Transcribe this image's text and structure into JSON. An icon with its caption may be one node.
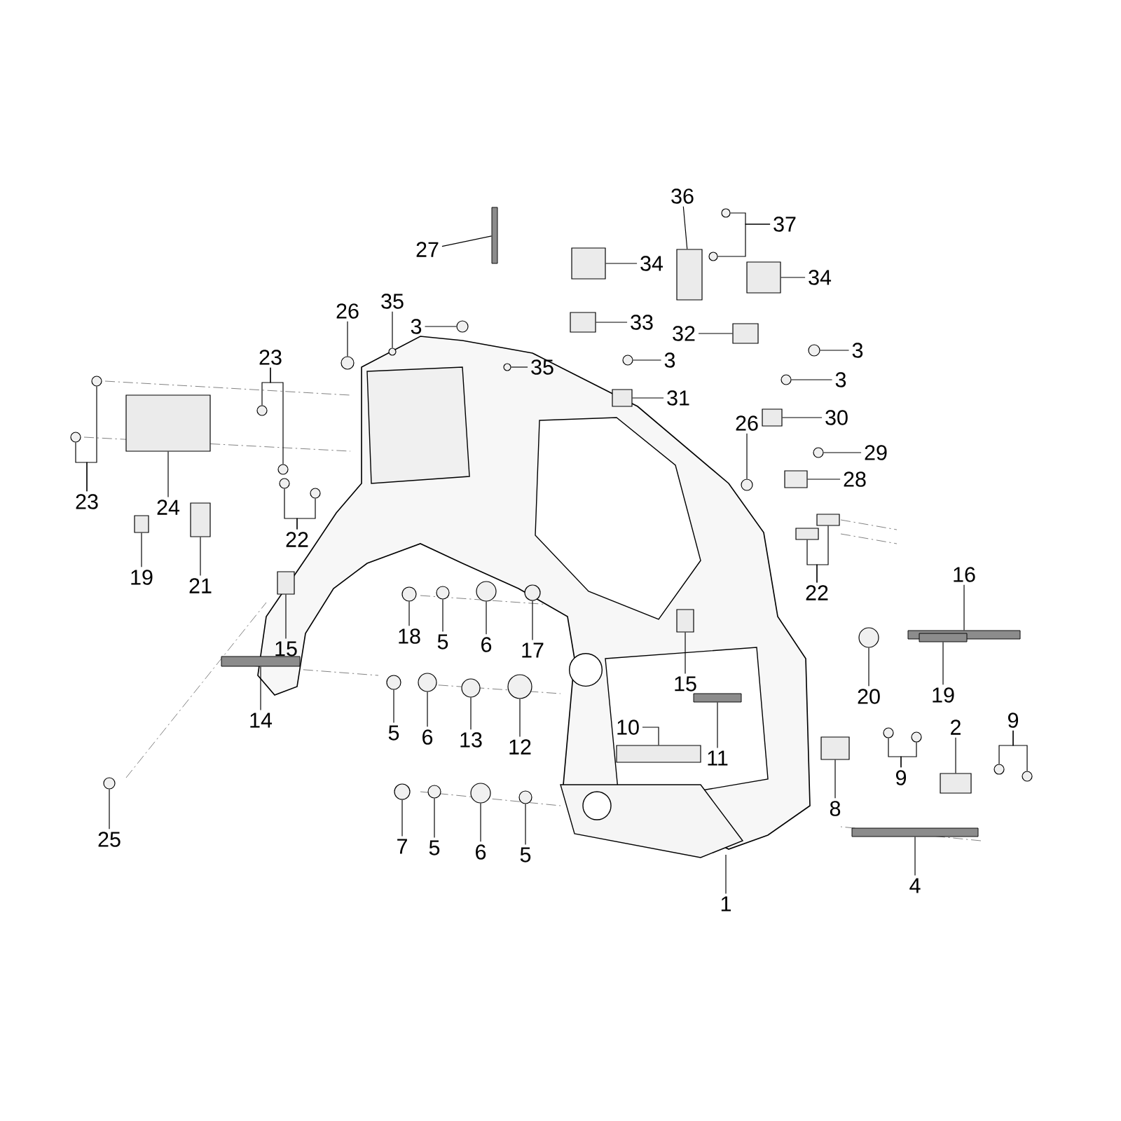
{
  "diagram": {
    "nodes": [
      {
        "text": [
          "27"
        ]
      },
      {
        "text": [
          "34"
        ]
      },
      {
        "text": [
          "36"
        ]
      },
      {
        "text": [
          "37"
        ]
      },
      {
        "text": [
          "34"
        ]
      },
      {
        "text": [
          "3"
        ]
      },
      {
        "text": [
          "33"
        ]
      },
      {
        "text": [
          "35"
        ]
      },
      {
        "text": [
          "35"
        ]
      },
      {
        "text": [
          "26"
        ]
      },
      {
        "text": [
          "32"
        ]
      },
      {
        "text": [
          "3"
        ]
      },
      {
        "text": [
          "3"
        ]
      },
      {
        "text": [
          "3"
        ]
      },
      {
        "text": [
          "31"
        ]
      },
      {
        "text": [
          "30"
        ]
      },
      {
        "text": [
          "26"
        ]
      },
      {
        "text": [
          "29"
        ]
      },
      {
        "text": [
          "28"
        ]
      },
      {
        "text": [
          "23"
        ]
      },
      {
        "text": [
          "23"
        ]
      },
      {
        "text": [
          "24"
        ]
      },
      {
        "text": [
          "22"
        ]
      },
      {
        "text": [
          "19"
        ]
      },
      {
        "text": [
          "21"
        ]
      },
      {
        "text": [
          "15"
        ]
      },
      {
        "text": [
          "18"
        ]
      },
      {
        "text": [
          "5"
        ]
      },
      {
        "text": [
          "6"
        ]
      },
      {
        "text": [
          "17"
        ]
      },
      {
        "text": [
          "22"
        ]
      },
      {
        "text": [
          "16"
        ]
      },
      {
        "text": [
          "19"
        ]
      },
      {
        "text": [
          "20"
        ]
      },
      {
        "text": [
          "14"
        ]
      },
      {
        "text": [
          "15"
        ]
      },
      {
        "text": [
          "5"
        ]
      },
      {
        "text": [
          "6"
        ]
      },
      {
        "text": [
          "13"
        ]
      },
      {
        "text": [
          "12"
        ]
      },
      {
        "text": [
          "10"
        ]
      },
      {
        "text": [
          "11"
        ]
      },
      {
        "text": [
          "8"
        ]
      },
      {
        "text": [
          "9"
        ]
      },
      {
        "text": [
          "2"
        ]
      },
      {
        "text": [
          "9"
        ]
      },
      {
        "text": [
          "25"
        ]
      },
      {
        "text": [
          "7"
        ]
      },
      {
        "text": [
          "5"
        ]
      },
      {
        "text": [
          "6"
        ]
      },
      {
        "text": [
          "5"
        ]
      },
      {
        "text": [
          "1"
        ]
      },
      {
        "text": [
          "4"
        ]
      },
      {
        "text": [],
        "shape": "bar"
      },
      {
        "text": [],
        "shape": "box"
      },
      {
        "text": [],
        "shape": "box"
      },
      {
        "text": [],
        "shape": "circle"
      },
      {
        "text": [],
        "shape": "circle"
      },
      {
        "text": [],
        "shape": "box"
      },
      {
        "text": [],
        "shape": "circle"
      },
      {
        "text": [],
        "shape": "box"
      },
      {
        "text": [],
        "shape": "circle"
      },
      {
        "text": [],
        "shape": "circle"
      },
      {
        "text": [],
        "shape": "circle"
      },
      {
        "text": [],
        "shape": "box"
      },
      {
        "text": [],
        "shape": "circle"
      },
      {
        "text": [],
        "shape": "circle"
      },
      {
        "text": [],
        "shape": "circle"
      },
      {
        "text": [],
        "shape": "box"
      },
      {
        "text": [],
        "shape": "box"
      },
      {
        "text": [],
        "shape": "circle"
      },
      {
        "text": [],
        "shape": "circle"
      },
      {
        "text": [],
        "shape": "box"
      },
      {
        "text": [],
        "shape": "circle"
      },
      {
        "text": [],
        "shape": "circle"
      },
      {
        "text": [],
        "shape": "circle"
      },
      {
        "text": [],
        "shape": "circle"
      },
      {
        "text": [],
        "shape": "box"
      },
      {
        "text": [],
        "shape": "circle"
      },
      {
        "text": [],
        "shape": "circle"
      },
      {
        "text": [],
        "shape": "box"
      },
      {
        "text": [],
        "shape": "box"
      },
      {
        "text": [],
        "shape": "box"
      },
      {
        "text": [],
        "shape": "circle"
      },
      {
        "text": [],
        "shape": "circle"
      },
      {
        "text": [],
        "shape": "circle"
      },
      {
        "text": [],
        "shape": "circle"
      },
      {
        "text": [],
        "shape": "box"
      },
      {
        "text": [],
        "shape": "box"
      },
      {
        "text": [],
        "shape": "bar"
      },
      {
        "text": [],
        "shape": "bar"
      },
      {
        "text": [],
        "shape": "circle"
      },
      {
        "text": [],
        "shape": "bar"
      },
      {
        "text": [],
        "shape": "box"
      },
      {
        "text": [],
        "shape": "circle"
      },
      {
        "text": [],
        "shape": "circle"
      },
      {
        "text": [],
        "shape": "circle"
      },
      {
        "text": [],
        "shape": "circle"
      },
      {
        "text": [],
        "shape": "box"
      },
      {
        "text": [],
        "shape": "bar"
      },
      {
        "text": [],
        "shape": "box"
      },
      {
        "text": [],
        "shape": "circle"
      },
      {
        "text": [],
        "shape": "circle"
      },
      {
        "text": [],
        "shape": "box"
      },
      {
        "text": [],
        "shape": "circle"
      },
      {
        "text": [],
        "shape": "circle"
      },
      {
        "text": [],
        "shape": "circle"
      },
      {
        "text": [],
        "shape": "circle"
      },
      {
        "text": [],
        "shape": "circle"
      },
      {
        "text": [],
        "shape": "circle"
      },
      {
        "text": [],
        "shape": "circle"
      },
      {
        "text": [],
        "shape": "bar"
      }
    ],
    "edges": [
      {
        "from": 0,
        "to": 53,
        "arrow": "none"
      },
      {
        "from": 1,
        "to": 54,
        "arrow": "none"
      },
      {
        "from": 2,
        "to": 55,
        "arrow": "none"
      },
      {
        "from": 3,
        "to": 56,
        "arrow": "none"
      },
      {
        "from": 3,
        "to": 57,
        "arrow": "none"
      },
      {
        "from": 4,
        "to": 58,
        "arrow": "none"
      },
      {
        "from": 5,
        "to": 59,
        "arrow": "none"
      },
      {
        "from": 6,
        "to": 60,
        "arrow": "none"
      },
      {
        "from": 7,
        "to": 61,
        "arrow": "none"
      },
      {
        "from": 8,
        "to": 62,
        "arrow": "none"
      },
      {
        "from": 9,
        "to": 63,
        "arrow": "none"
      },
      {
        "from": 10,
        "to": 64,
        "arrow": "none"
      },
      {
        "from": 11,
        "to": 65,
        "arrow": "none"
      },
      {
        "from": 12,
        "to": 66,
        "arrow": "none"
      },
      {
        "from": 13,
        "to": 67,
        "arrow": "none"
      },
      {
        "from": 14,
        "to": 68,
        "arrow": "none"
      },
      {
        "from": 15,
        "to": 69,
        "arrow": "none"
      },
      {
        "from": 16,
        "to": 70,
        "arrow": "none"
      },
      {
        "from": 17,
        "to": 71,
        "arrow": "none"
      },
      {
        "from": 18,
        "to": 72,
        "arrow": "none"
      },
      {
        "from": 19,
        "to": 73,
        "arrow": "none"
      },
      {
        "from": 19,
        "to": 74,
        "arrow": "none"
      },
      {
        "from": 20,
        "to": 75,
        "arrow": "none"
      },
      {
        "from": 20,
        "to": 76,
        "arrow": "none"
      },
      {
        "from": 21,
        "to": 77,
        "arrow": "none"
      },
      {
        "from": 22,
        "to": 78,
        "arrow": "none"
      },
      {
        "from": 22,
        "to": 79,
        "arrow": "none"
      },
      {
        "from": 23,
        "to": 80,
        "arrow": "none"
      },
      {
        "from": 24,
        "to": 81,
        "arrow": "none"
      },
      {
        "from": 25,
        "to": 82,
        "arrow": "none"
      },
      {
        "from": 26,
        "to": 83,
        "arrow": "none"
      },
      {
        "from": 27,
        "to": 84,
        "arrow": "none"
      },
      {
        "from": 28,
        "to": 85,
        "arrow": "none"
      },
      {
        "from": 29,
        "to": 86,
        "arrow": "none"
      },
      {
        "from": 30,
        "to": 87,
        "arrow": "none"
      },
      {
        "from": 30,
        "to": 88,
        "arrow": "none"
      },
      {
        "from": 31,
        "to": 89,
        "arrow": "none"
      },
      {
        "from": 32,
        "to": 90,
        "arrow": "none"
      },
      {
        "from": 33,
        "to": 91,
        "arrow": "none"
      },
      {
        "from": 34,
        "to": 92,
        "arrow": "none"
      },
      {
        "from": 35,
        "to": 93,
        "arrow": "none"
      },
      {
        "from": 36,
        "to": 94,
        "arrow": "none"
      },
      {
        "from": 37,
        "to": 95,
        "arrow": "none"
      },
      {
        "from": 38,
        "to": 96,
        "arrow": "none"
      },
      {
        "from": 39,
        "to": 97,
        "arrow": "none"
      },
      {
        "from": 40,
        "to": 98,
        "arrow": "none"
      },
      {
        "from": 41,
        "to": 99,
        "arrow": "none"
      },
      {
        "from": 42,
        "to": 100,
        "arrow": "none"
      },
      {
        "from": 43,
        "to": 101,
        "arrow": "none"
      },
      {
        "from": 43,
        "to": 102,
        "arrow": "none"
      },
      {
        "from": 44,
        "to": 103,
        "arrow": "none"
      },
      {
        "from": 45,
        "to": 104,
        "arrow": "none"
      },
      {
        "from": 45,
        "to": 105,
        "arrow": "none"
      },
      {
        "from": 46,
        "to": 106,
        "arrow": "none"
      },
      {
        "from": 47,
        "to": 107,
        "arrow": "none"
      },
      {
        "from": 48,
        "to": 108,
        "arrow": "none"
      },
      {
        "from": 49,
        "to": 109,
        "arrow": "none"
      },
      {
        "from": 50,
        "to": 110,
        "arrow": "none"
      },
      {
        "from": 51,
        "to": null,
        "arrow": "none"
      },
      {
        "from": 52,
        "to": 111,
        "arrow": "none"
      }
    ]
  }
}
